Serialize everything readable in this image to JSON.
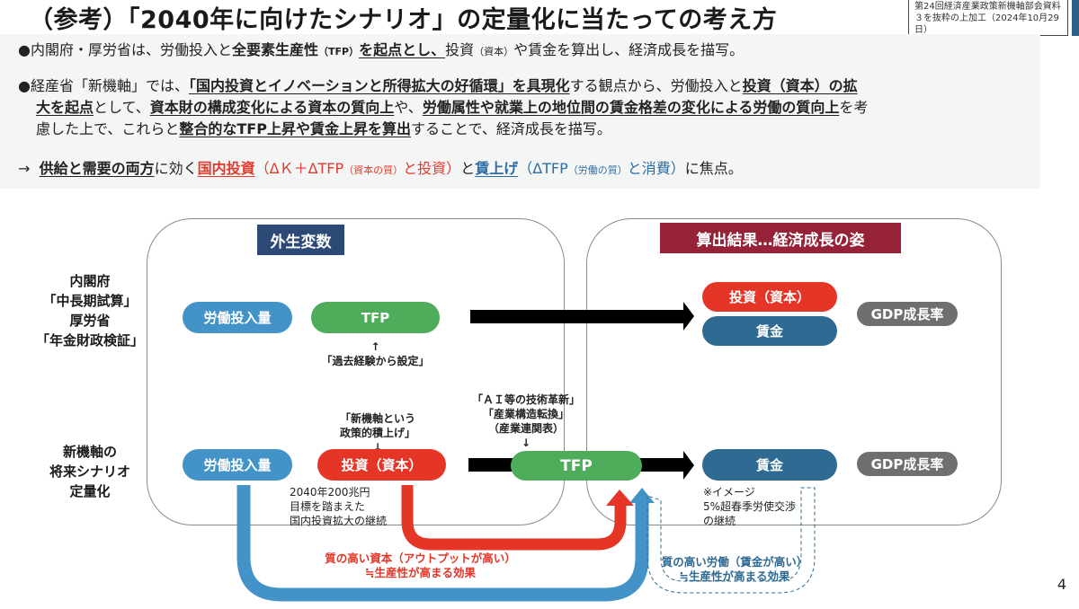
{
  "title": "（参考）「2040年に向けたシナリオ」の定量化に当たっての考え方",
  "source_note": "第24回経済産業政策新機軸部会資料３を抜粋の上加工（2024年10月29日）",
  "summary": {
    "bullet1": {
      "a": "●内閣府・厚労省は、労働投入と",
      "b": "全要素生産性",
      "c": "（TFP）",
      "d": "を起点とし、",
      "e": "投資",
      "f": "（資本）",
      "g": "や賃金を算出し、経済成長を描写。"
    },
    "bullet2": {
      "a": "●経産省「新機軸」では、",
      "b": "「国内投資とイノベーションと所得拡大の好循環」を具現化",
      "c": "する観点から、労働投入と",
      "d": "投資（資本）の拡",
      "e": "大を起点",
      "f": "として、",
      "g": "資本財の構成変化による資本の質向上",
      "h": "や、",
      "i": "労働属性や就業上の地位間の賃金格差の変化による労働の質向上",
      "j": "を考",
      "k": "慮した上で、これらと",
      "l": "整合的なTFP上昇や賃金上昇を算出",
      "m": "することで、経済成長を描写。"
    },
    "bullet3": {
      "arrow": "→",
      "a": "供給と需要の両方",
      "b": "に効く",
      "c": "国内投資",
      "d": "（ΔＫ＋ΔTFP",
      "e": "（資本の質）",
      "f": "と投資）",
      "g": "と",
      "h": "賃上げ",
      "i": "（ΔTFP",
      "j": "（労働の質）",
      "k": "と消費）",
      "l": "に焦点。"
    }
  },
  "diagram": {
    "left_header": "外生変数",
    "right_header": "算出結果…経済成長の姿",
    "row1": {
      "label_lines": [
        "内閣府",
        "「中長期試算」",
        "厚労省",
        "「年金財政検証」"
      ],
      "labor": "労働投入量",
      "tfp": "TFP",
      "tfp_note_arrow": "↑",
      "tfp_note": "「過去経験から設定」",
      "investment": "投資（資本）",
      "wage": "賃金",
      "gdp": "GDP成長率"
    },
    "row2": {
      "label_lines": [
        "新機軸の",
        "将来シナリオ",
        "定量化"
      ],
      "labor": "労働投入量",
      "investment": "投資（資本）",
      "investment_note_lines": [
        "「新機軸という",
        "政策的積上げ」",
        "↓"
      ],
      "investment_sub_lines": [
        "2040年200兆円",
        "目標を踏まえた",
        "国内投資拡大の継続"
      ],
      "tfp": "TFP",
      "tfp_note_lines": [
        "「ＡＩ等の技術革新」",
        "「産業構造転換」",
        "（産業連関表）",
        "↓"
      ],
      "wage": "賃金",
      "wage_sub_lines": [
        "※イメージ",
        "5%超春季労使交渉",
        "の継続"
      ],
      "gdp": "GDP成長率"
    },
    "capital_effect_lines": [
      "質の高い資本（アウトプットが高い）",
      "≒生産性が高まる効果"
    ],
    "labor_effect_lines": [
      "質の高い労働（賃金が高い）",
      "≒生産性が高まる効果"
    ]
  },
  "colors": {
    "labor": "#4393c9",
    "tfp": "#4fac5b",
    "investment": "#e53527",
    "wage": "#2e6a91",
    "gdp": "#6f6f6f",
    "left_header": "#2c4a75",
    "right_header": "#962238"
  },
  "page_number": "4"
}
